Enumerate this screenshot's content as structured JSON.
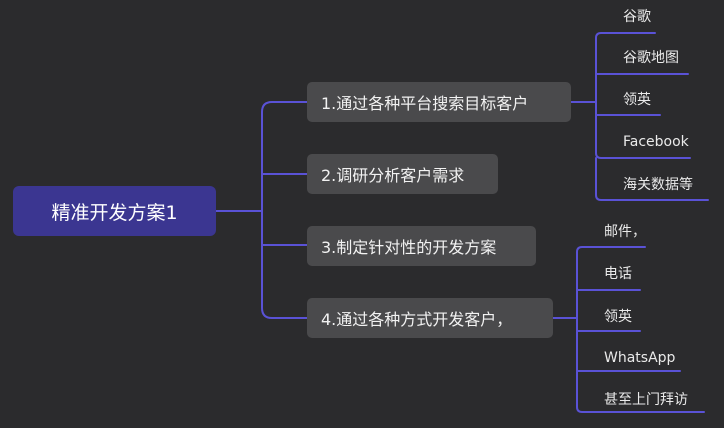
{
  "colors": {
    "background": "#2b2b2d",
    "root_fill": "#3b3691",
    "branch_fill": "#4a4a4c",
    "connector": "#5a52d6",
    "text": "#eaeaea"
  },
  "root": {
    "label": "精准开发方案1"
  },
  "branches": [
    {
      "label": "1.通过各种平台搜索目标客户",
      "children": [
        "谷歌",
        "谷歌地图",
        "领英",
        "Facebook",
        "海关数据等"
      ]
    },
    {
      "label": "2.调研分析客户需求",
      "children": []
    },
    {
      "label": "3.制定针对性的开发方案",
      "children": []
    },
    {
      "label": "4.通过各种方式开发客户，",
      "children": [
        "邮件，",
        "电话",
        "领英",
        "WhatsApp",
        "甚至上门拜访"
      ]
    }
  ]
}
